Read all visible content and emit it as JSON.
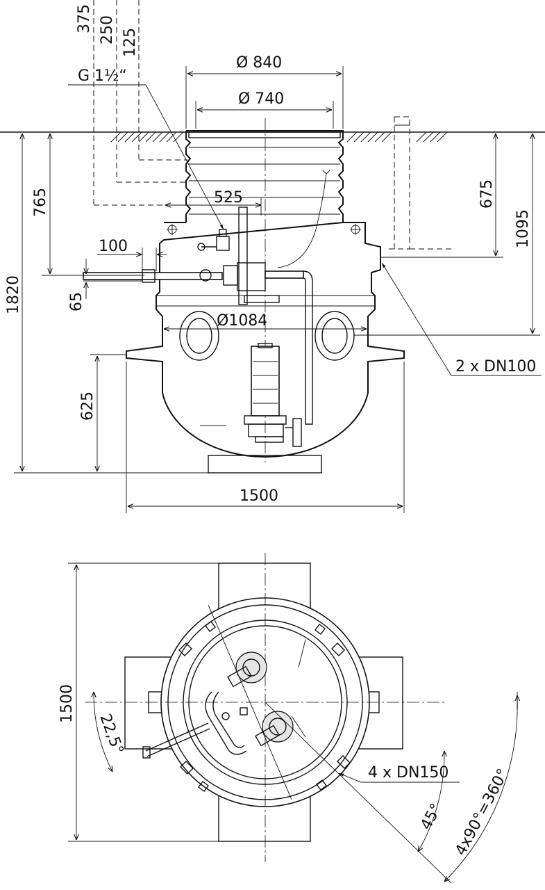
{
  "side_view": {
    "dims": {
      "d375": "375",
      "d250": "250",
      "d125": "125",
      "thread": "G 1½“",
      "d840": "Ø 840",
      "d740": "Ø 740",
      "d525": "525",
      "d765": "765",
      "d100": "100",
      "d65": "65",
      "d1820": "1820",
      "d1084": "Ø1084",
      "d675": "675",
      "d1095": "1095",
      "inlets": "2 x DN100",
      "d625": "625",
      "d1500": "1500"
    }
  },
  "top_view": {
    "dims": {
      "d1500": "1500",
      "angle1": "22,5°",
      "inlets": "4 x DN150",
      "angle2": "45°",
      "angle3": "4x90°=360°"
    }
  }
}
